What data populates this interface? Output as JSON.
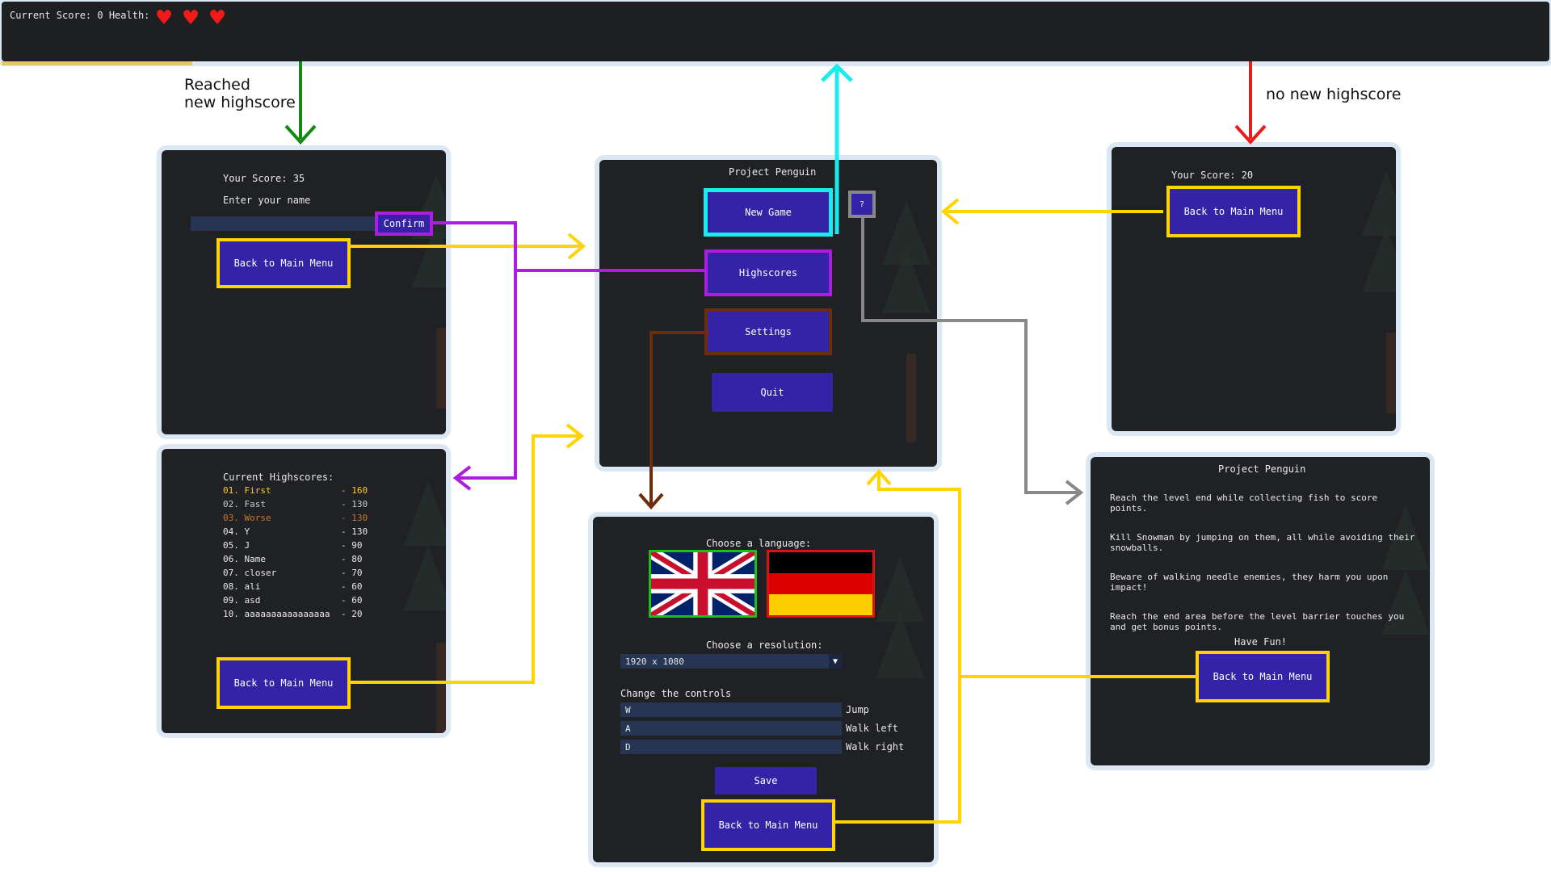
{
  "hud": {
    "score_text": "Current Score: 0 Health:",
    "hearts": 3,
    "colors": {
      "heart": "#f01a1a"
    }
  },
  "labels": {
    "reached": "Reached\nnew highscore",
    "no_new": "no new highscore"
  },
  "enter_name_panel": {
    "score": "Your Score: 35",
    "prompt": "Enter your name",
    "confirm": "Confirm",
    "back": "Back to Main Menu"
  },
  "main_menu": {
    "title": "Project Penguin",
    "new_game": "New Game",
    "help": "?",
    "highscores": "Highscores",
    "settings": "Settings",
    "quit": "Quit"
  },
  "no_highscore_panel": {
    "score": "Your Score: 20",
    "back": "Back to Main Menu"
  },
  "highscores_panel": {
    "heading": "Current Highscores:",
    "entries": [
      {
        "rank": "01. First",
        "score": "- 160",
        "color": "#ffc928"
      },
      {
        "rank": "02. Fast",
        "score": "- 130",
        "color": "#c8c8d2"
      },
      {
        "rank": "03. Worse",
        "score": "- 130",
        "color": "#c8782c"
      },
      {
        "rank": "04. Y",
        "score": "- 130",
        "color": "#e9e9ef"
      },
      {
        "rank": "05. J",
        "score": "- 90",
        "color": "#e9e9ef"
      },
      {
        "rank": "06. Name",
        "score": "- 80",
        "color": "#e9e9ef"
      },
      {
        "rank": "07. closer",
        "score": "- 70",
        "color": "#e9e9ef"
      },
      {
        "rank": "08. ali",
        "score": "- 60",
        "color": "#e9e9ef"
      },
      {
        "rank": "09. asd",
        "score": "- 60",
        "color": "#e9e9ef"
      },
      {
        "rank": "10. aaaaaaaaaaaaaaaa",
        "score": "- 20",
        "color": "#e9e9ef"
      }
    ],
    "back": "Back to Main Menu"
  },
  "settings_panel": {
    "language_label": "Choose a language:",
    "resolution_label": "Choose a resolution:",
    "resolution_value": "1920 x 1080",
    "controls_label": "Change the controls",
    "controls": [
      {
        "key": "W",
        "action": "Jump"
      },
      {
        "key": "A",
        "action": "Walk left"
      },
      {
        "key": "D",
        "action": "Walk right"
      }
    ],
    "save": "Save",
    "back": "Back to Main Menu"
  },
  "help_panel": {
    "title": "Project Penguin",
    "paragraphs": [
      "Reach the level end while collecting fish to score\npoints.",
      "Kill Snowman by jumping on them, all while avoiding their\nsnowballs.",
      "Beware of walking needle enemies, they harm you upon\nimpact!",
      "Reach the end area before the level barrier touches you\nand get bonus points."
    ],
    "have_fun": "Have Fun!",
    "back": "Back to Main Menu"
  }
}
